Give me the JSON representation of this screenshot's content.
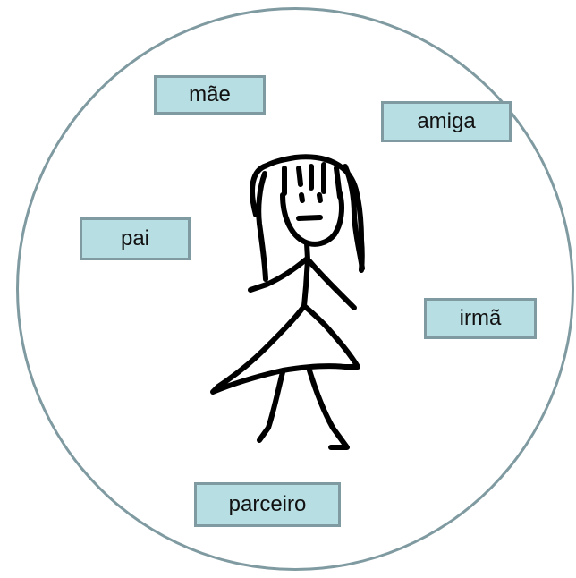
{
  "diagram": {
    "background_color": "#ffffff",
    "circle_border_color": "#7f9aa0",
    "label_fill_color": "#b7dee3",
    "label_border_color": "#7f9aa0",
    "labels": {
      "mae": "mãe",
      "amiga": "amiga",
      "pai": "pai",
      "irma": "irmã",
      "parceiro": "parceiro"
    },
    "center_figure": "stick-figure-girl-drawing"
  }
}
